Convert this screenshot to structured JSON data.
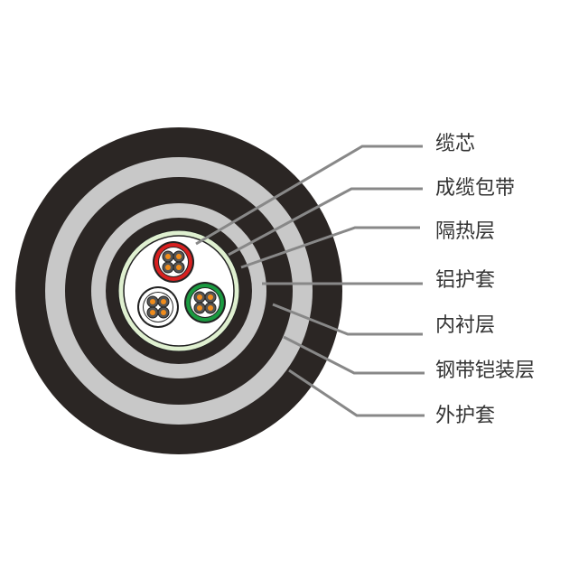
{
  "labels": [
    "缆芯",
    "成缆包带",
    "隔热层",
    "铝护套",
    "内衬层",
    "钢带铠装层",
    "外护套"
  ],
  "colors": {
    "sheath": "#2b2624",
    "band": "#c8c8c8",
    "tape": "#dff0d0",
    "core_red": "#d82020",
    "core_green": "#1a9a40",
    "core_white": "#ffffff",
    "conductor": "#f08c1c",
    "leader": "#888888"
  }
}
